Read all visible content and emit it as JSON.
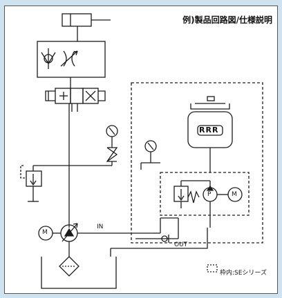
{
  "title": "例)製品回路図/仕様説明",
  "labels": {
    "in": "IN",
    "out": "OUT",
    "motor": "M",
    "pump": "P",
    "motor2": "M",
    "brand": "RRR",
    "legend": "枠内:SEシリーズ"
  },
  "colors": {
    "line": "#1a1a1a",
    "background": "#cfe2f0"
  }
}
